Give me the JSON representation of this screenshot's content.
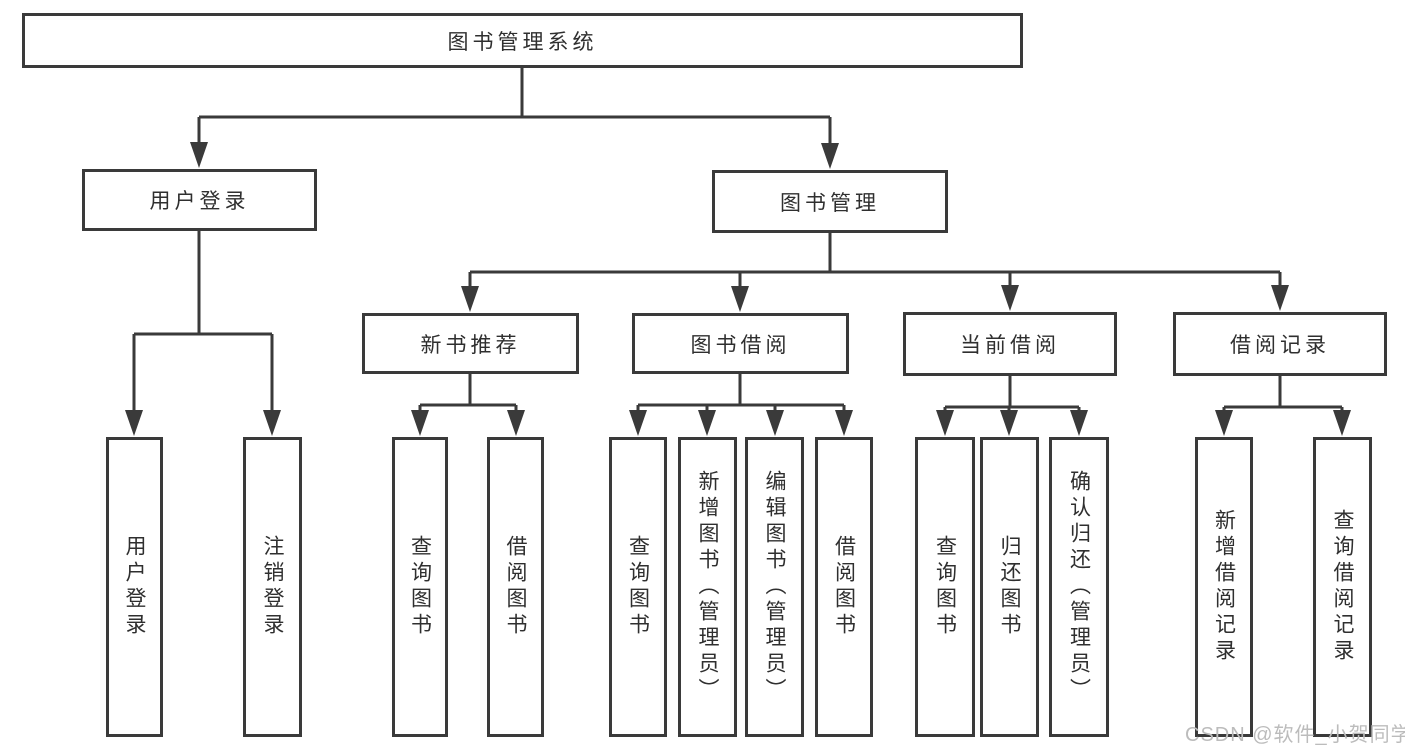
{
  "diagram": {
    "type": "hierarchy-tree",
    "root": {
      "label": "图书管理系统"
    },
    "branches": [
      {
        "label": "用户登录"
      },
      {
        "label": "图书管理"
      }
    ],
    "modules": [
      {
        "label": "新书推荐",
        "parent": "图书管理"
      },
      {
        "label": "图书借阅",
        "parent": "图书管理"
      },
      {
        "label": "当前借阅",
        "parent": "图书管理"
      },
      {
        "label": "借阅记录",
        "parent": "图书管理"
      }
    ],
    "leaves": [
      {
        "label": "用户登录",
        "parent": "用户登录"
      },
      {
        "label": "注销登录",
        "parent": "用户登录"
      },
      {
        "label": "查询图书",
        "parent": "新书推荐"
      },
      {
        "label": "借阅图书",
        "parent": "新书推荐"
      },
      {
        "label": "查询图书",
        "parent": "图书借阅"
      },
      {
        "label": "新增图书（管理员）",
        "parent": "图书借阅"
      },
      {
        "label": "编辑图书（管理员）",
        "parent": "图书借阅"
      },
      {
        "label": "借阅图书",
        "parent": "图书借阅"
      },
      {
        "label": "查询图书",
        "parent": "当前借阅"
      },
      {
        "label": "归还图书",
        "parent": "当前借阅"
      },
      {
        "label": "确认归还（管理员）",
        "parent": "当前借阅"
      },
      {
        "label": "新增借阅记录",
        "parent": "借阅记录"
      },
      {
        "label": "查询借阅记录",
        "parent": "借阅记录"
      }
    ],
    "colors": {
      "line": "#3a3a3a",
      "box_border": "#3a3a3a",
      "text": "#2f2f2f",
      "background": "#ffffff",
      "watermark": "#bcbcbc"
    }
  },
  "watermark": {
    "text": "CSDN @软件_小贺同学"
  }
}
